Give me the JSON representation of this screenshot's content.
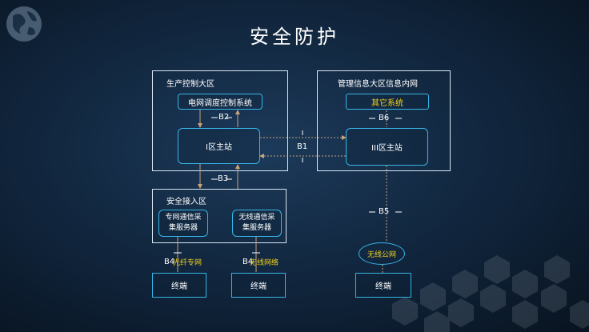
{
  "title": "安全防护",
  "zones": {
    "production": {
      "label": "生产控制大区"
    },
    "management": {
      "label": "管理信息大区信息内网"
    },
    "access": {
      "label": "安全接入区"
    }
  },
  "boxes": {
    "grid_dispatch": "电网调度控制系统",
    "zone1_master": "I区主站",
    "other_system": "其它系统",
    "zone3_master": "III区主站",
    "private_server": "专网通信采\n集服务器",
    "wireless_server": "无线通信采\n集服务器",
    "terminal1": "终端",
    "terminal2": "终端",
    "terminal3": "终端"
  },
  "boundaries": {
    "b1": "B1",
    "b2": "B2",
    "b3": "B3",
    "b4_left": "B4",
    "b4_right": "B4",
    "b5": "B5",
    "b6": "B6"
  },
  "network_labels": {
    "fiber": "光纤专网",
    "wireless_net": "无线网络",
    "public_net": "无线公网"
  },
  "colors": {
    "box_border": "#36b6e6",
    "accent_text": "#f2d21a",
    "line": "#c8a27a"
  }
}
